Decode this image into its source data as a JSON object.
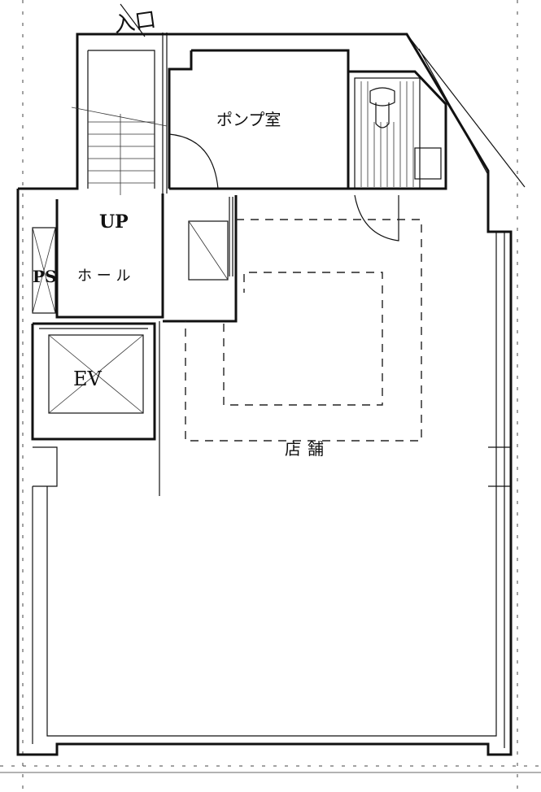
{
  "labels": {
    "entrance": "入口",
    "pump_room": "ポンプ室",
    "up": "UP",
    "ps": "PS",
    "hall": "ホ ー ル",
    "ev": "EV",
    "shop": "店舗"
  },
  "colors": {
    "line": "#111111",
    "background": "#ffffff"
  }
}
